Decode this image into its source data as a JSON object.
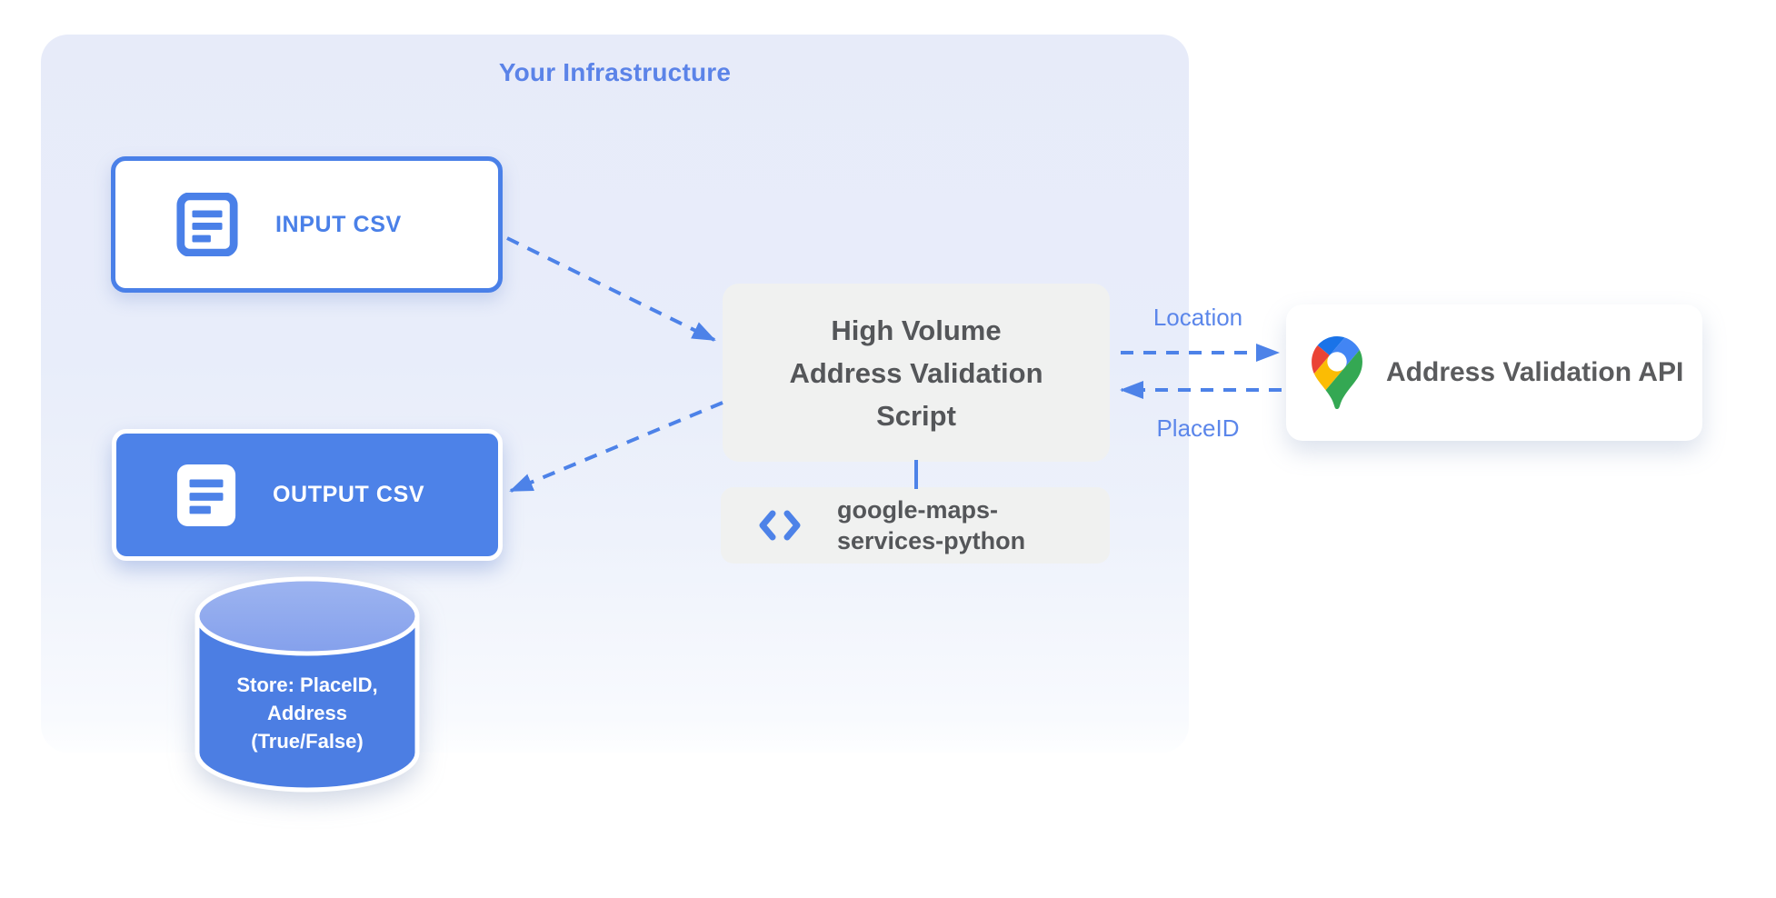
{
  "diagram": {
    "infrastructure": {
      "title": "Your Infrastructure",
      "nodes": {
        "input_csv": {
          "label": "INPUT CSV",
          "icon": "document-icon"
        },
        "output_csv": {
          "label": "OUTPUT CSV",
          "icon": "document-icon"
        },
        "datastore": {
          "lines": [
            "Store: PlaceID,",
            "Address",
            "(True/False)"
          ],
          "shape": "database-cylinder"
        },
        "script": {
          "lines": [
            "High Volume",
            "Address Validation",
            "Script"
          ]
        },
        "library": {
          "lines": [
            "google-maps-",
            "services-python"
          ],
          "icon": "code-icon"
        }
      }
    },
    "api": {
      "label": "Address Validation API",
      "icon": "google-maps-pin-icon"
    },
    "edges": {
      "request_label": "Location",
      "response_label": "PlaceID"
    }
  },
  "colors": {
    "accent_blue": "#4d82e8",
    "border_blue": "#4a80e8",
    "label_blue": "#5b86ea",
    "title_blue": "#5b83e8",
    "container_bg": "#e8edfa",
    "node_gray": "#f0f1f0",
    "text_dark": "#545659",
    "cylinder_body": "#4c7ee3",
    "cylinder_top": "#93abee",
    "pin_red": "#ea4335",
    "pin_blue": "#4285f4",
    "pin_dark_blue": "#1a73e8",
    "pin_yellow": "#fbbc04",
    "pin_green": "#34a853"
  }
}
